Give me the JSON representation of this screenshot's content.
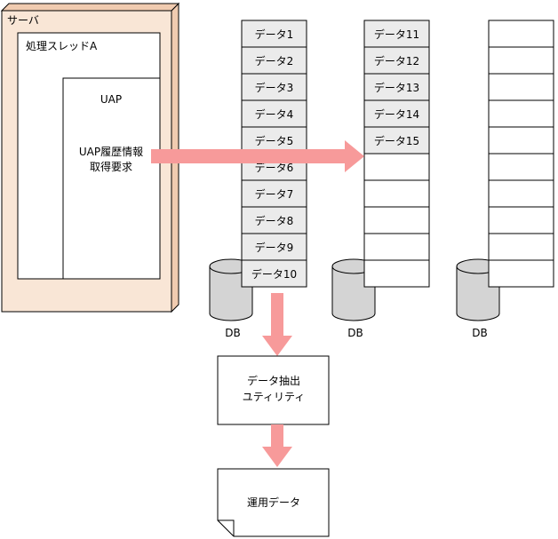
{
  "server": {
    "label": "サーバ"
  },
  "thread": {
    "label": "処理スレッドA"
  },
  "uap": {
    "label": "UAP",
    "request_line1": "UAP履歴情報",
    "request_line2": "取得要求"
  },
  "columns": [
    {
      "items": [
        "データ1",
        "データ2",
        "データ3",
        "データ4",
        "データ5",
        "データ6",
        "データ7",
        "データ8",
        "データ9",
        "データ10"
      ],
      "db_label": "DB"
    },
    {
      "items": [
        "データ11",
        "データ12",
        "データ13",
        "データ14",
        "データ15",
        "",
        "",
        "",
        "",
        ""
      ],
      "db_label": "DB"
    },
    {
      "items": [
        "",
        "",
        "",
        "",
        "",
        "",
        "",
        "",
        "",
        ""
      ],
      "db_label": "DB"
    }
  ],
  "utility": {
    "line1": "データ抽出",
    "line2": "ユティリティ"
  },
  "output": {
    "label": "運用データ"
  },
  "colors": {
    "server_fill": "#f9e6d6",
    "server_side": "#f0cbb0",
    "filled_cell": "#ebebeb",
    "db_fill": "#d4d4d4",
    "arrow": "#f79a9a"
  }
}
